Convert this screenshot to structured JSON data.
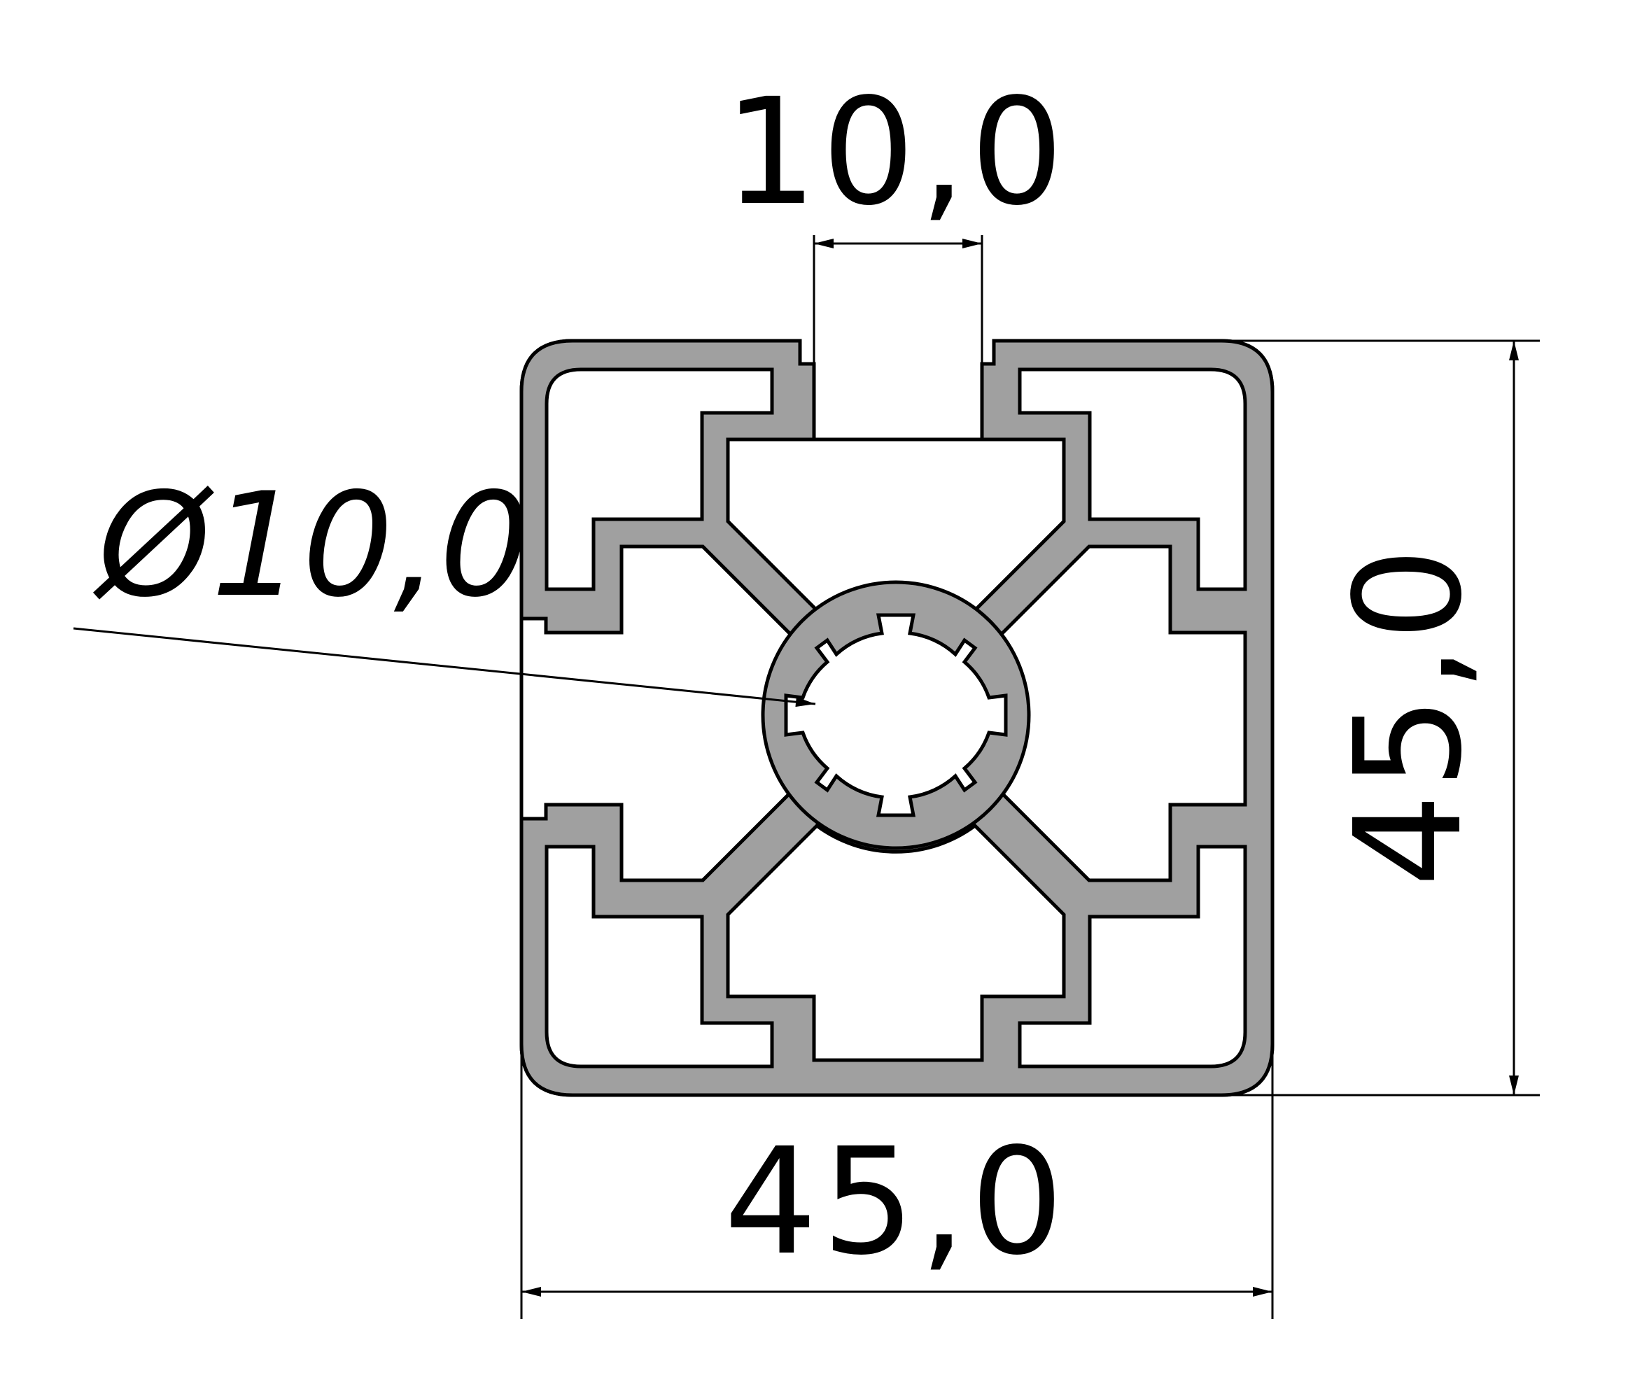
{
  "drawing": {
    "dimensions": {
      "slot_width": "10,0",
      "height": "45,0",
      "width": "45,0",
      "core_bore": "Ø10,0"
    },
    "colors": {
      "profile_fill": "#a0a0a0",
      "line": "#000000",
      "background": "#ffffff"
    }
  }
}
